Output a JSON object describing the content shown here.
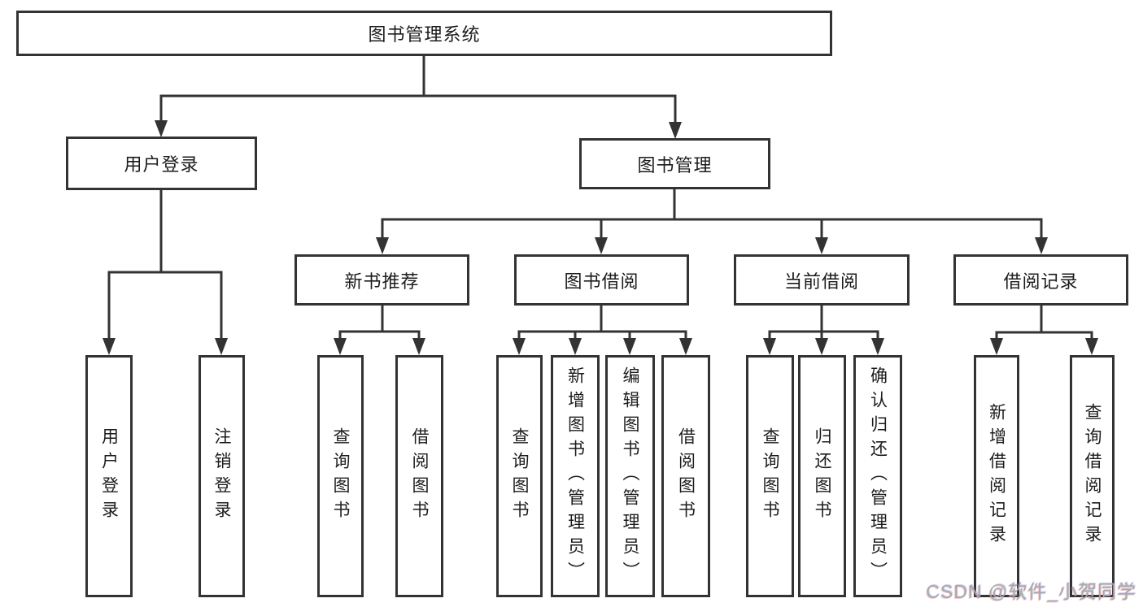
{
  "diagram": {
    "line_color": "#333333",
    "box_border_color": "#333333",
    "background_color": "#ffffff",
    "tree": {
      "label": "图书管理系统",
      "children": [
        {
          "label": "用户登录",
          "children": [
            {
              "label": "用户登录"
            },
            {
              "label": "注销登录"
            }
          ]
        },
        {
          "label": "图书管理",
          "children": [
            {
              "label": "新书推荐",
              "children": [
                {
                  "label": "查询图书"
                },
                {
                  "label": "借阅图书"
                }
              ]
            },
            {
              "label": "图书借阅",
              "children": [
                {
                  "label": "查询图书"
                },
                {
                  "label": "新增图书（管理员）"
                },
                {
                  "label": "编辑图书（管理员）"
                },
                {
                  "label": "借阅图书"
                }
              ]
            },
            {
              "label": "当前借阅",
              "children": [
                {
                  "label": "查询图书"
                },
                {
                  "label": "归还图书"
                },
                {
                  "label": "确认归还（管理员）"
                }
              ]
            },
            {
              "label": "借阅记录",
              "children": [
                {
                  "label": "新增借阅记录"
                },
                {
                  "label": "查询借阅记录"
                }
              ]
            }
          ]
        }
      ]
    }
  },
  "watermark": {
    "text": "CSDN @软件_小贺同学"
  }
}
